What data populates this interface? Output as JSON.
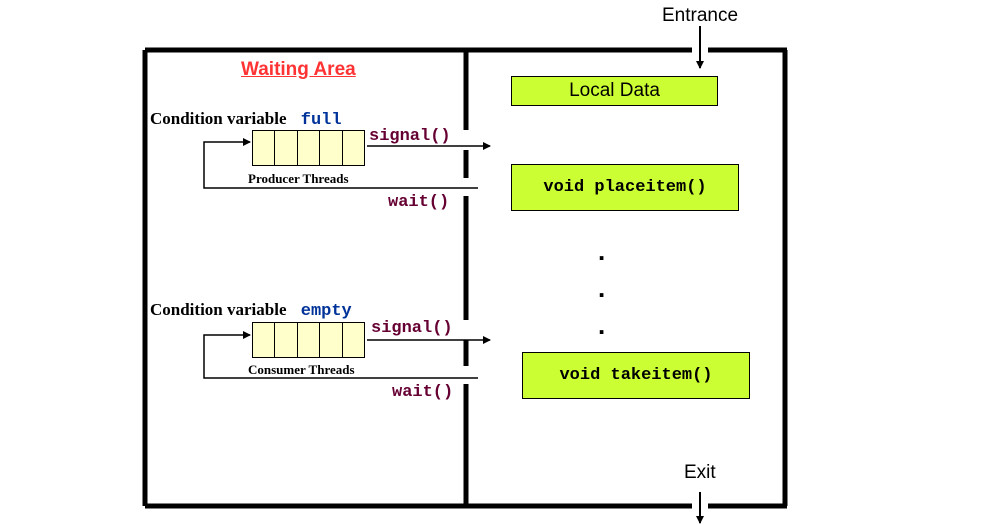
{
  "labels": {
    "entrance": "Entrance",
    "exit": "Exit",
    "waiting_area": "Waiting Area",
    "local_data": "Local Data"
  },
  "conditions": [
    {
      "prefix": "Condition variable",
      "var_name": "full",
      "signal": "signal()",
      "wait": "wait()",
      "threads": "Producer Threads"
    },
    {
      "prefix": "Condition variable",
      "var_name": "empty",
      "signal": "signal()",
      "wait": "wait()",
      "threads": "Consumer Threads"
    }
  ],
  "procedures": [
    "void placeitem()",
    "void takeitem()"
  ],
  "ellipsis": ".",
  "colors": {
    "waiting_area_title": "#ff3333",
    "var_name": "#003399",
    "call_text": "#660033",
    "local_data_fill": "#ccff33",
    "procedure_fill": "#ccff33",
    "queue_fill": "#ffffcc",
    "line": "#000000"
  }
}
